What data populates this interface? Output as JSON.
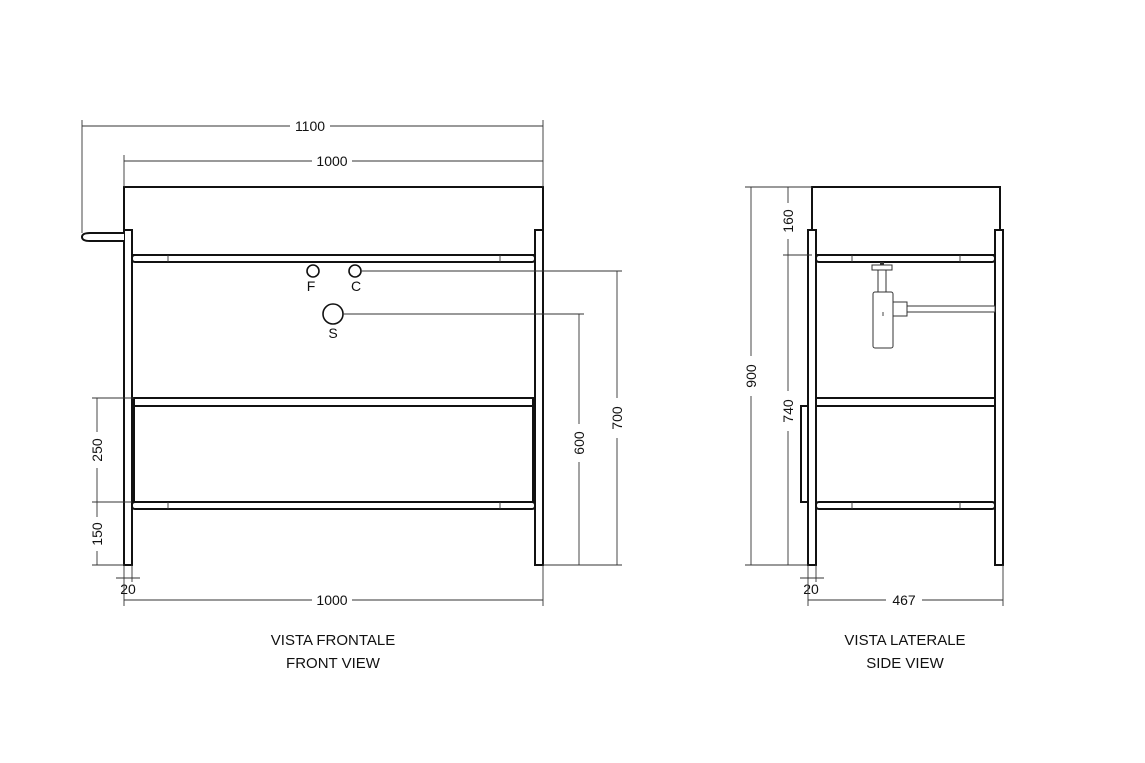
{
  "front_view": {
    "caption_it": "VISTA FRONTALE",
    "caption_en": "FRONT VIEW",
    "dimensions": {
      "overall_width": "1100",
      "top_width": "1000",
      "bottom_width": "1000",
      "height_to_tap": "700",
      "height_to_drain": "600",
      "drawer_height": "250",
      "base_height": "150",
      "leg_width": "20"
    },
    "markers": {
      "cold": "F",
      "hot": "C",
      "drain": "S"
    }
  },
  "side_view": {
    "caption_it": "VISTA LATERALE",
    "caption_en": "SIDE VIEW",
    "dimensions": {
      "total_height": "900",
      "basin_height": "160",
      "leg_height": "740",
      "depth": "467",
      "leg_width": "20"
    }
  }
}
